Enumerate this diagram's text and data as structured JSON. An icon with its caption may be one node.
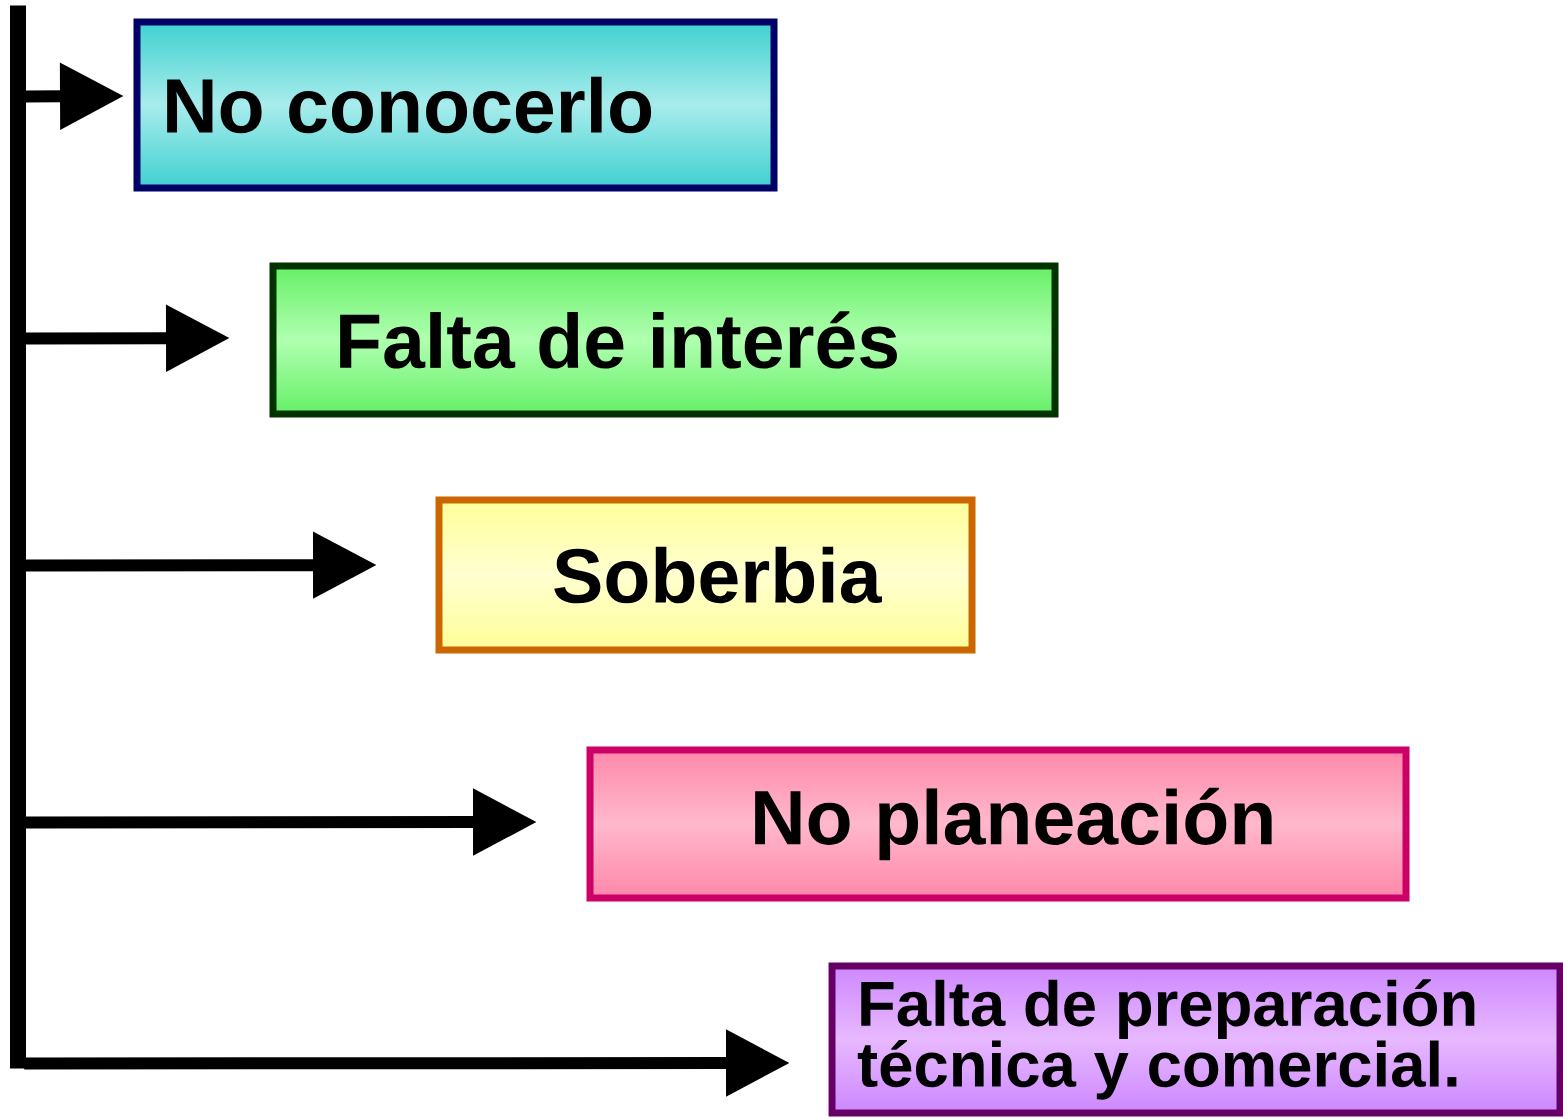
{
  "diagram": {
    "nodes": [
      {
        "text": [],
        "shape": "bar"
      },
      {
        "text": [
          "No conocerlo"
        ]
      },
      {
        "text": [
          "Falta de interés"
        ]
      },
      {
        "text": [
          "Soberbia"
        ]
      },
      {
        "text": [
          "No planeación"
        ]
      },
      {
        "text": [
          "Falta de preparación técnica y comercial."
        ]
      }
    ],
    "edges": [
      {
        "from": 0,
        "to": 1,
        "arrow": "to"
      },
      {
        "from": 0,
        "to": 2,
        "arrow": "to"
      },
      {
        "from": 0,
        "to": 3,
        "arrow": "to"
      },
      {
        "from": 0,
        "to": 4,
        "arrow": "to"
      },
      {
        "from": 0,
        "to": 5,
        "arrow": "to"
      }
    ]
  }
}
